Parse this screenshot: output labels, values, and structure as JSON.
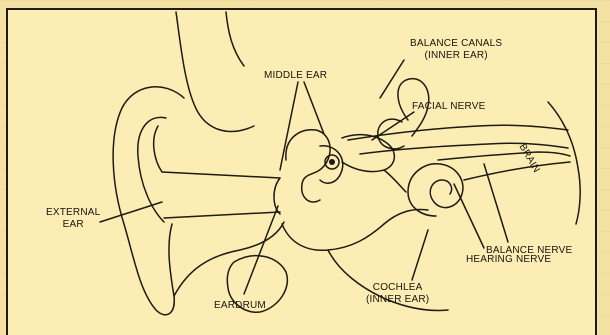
{
  "diagram": {
    "labels": {
      "external_ear": [
        "EXTERNAL",
        "EAR"
      ],
      "middle_ear": "MIDDLE EAR",
      "balance_canals": [
        "BALANCE CANALS",
        "(INNER EAR)"
      ],
      "facial_nerve": "FACIAL NERVE",
      "brain": "BRAIN",
      "balance_nerve": "BALANCE NERVE",
      "hearing_nerve": "HEARING NERVE",
      "cochlea": [
        "COCHLEA",
        "(INNER EAR)"
      ],
      "eardrum": "EARDRUM"
    },
    "colors": {
      "background": "#f4e2a4",
      "panel": "#fbedb4",
      "ink": "#1f1a12"
    }
  }
}
